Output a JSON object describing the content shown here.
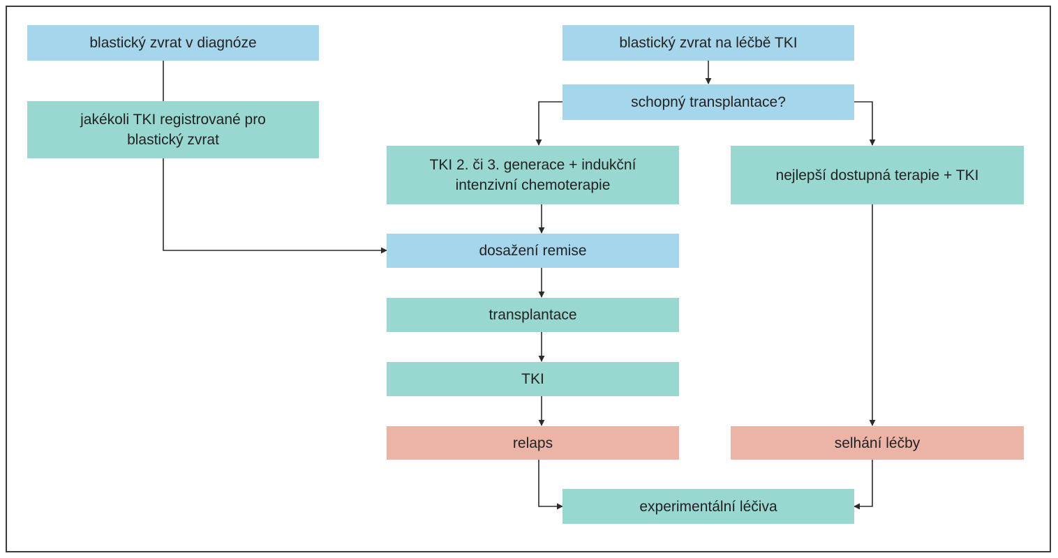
{
  "colors": {
    "blue": "#a6d6ec",
    "teal": "#99d8d0",
    "salmon": "#ebb4a6",
    "line": "#2b2b2b",
    "frame": "#3a3a3a"
  },
  "boxes": {
    "blast_diagnosis": {
      "text": "blastický zvrat v diagnóze",
      "color": "blue"
    },
    "any_tki": {
      "text": "jakékoli TKI registrované pro blastický zvrat",
      "color": "teal"
    },
    "blast_on_tki": {
      "text": "blastický zvrat na léčbě TKI",
      "color": "blue"
    },
    "transplant_eligible": {
      "text": "schopný transplantace?",
      "color": "blue"
    },
    "tki_2_3_gen": {
      "text": "TKI 2. či 3. generace + indukční intenzivní chemoterapie",
      "color": "teal"
    },
    "best_available": {
      "text": "nejlepší dostupná terapie + TKI",
      "color": "teal"
    },
    "remission": {
      "text": "dosažení remise",
      "color": "blue"
    },
    "transplant": {
      "text": "transplantace",
      "color": "teal"
    },
    "tki": {
      "text": "TKI",
      "color": "teal"
    },
    "relapse": {
      "text": "relaps",
      "color": "salmon"
    },
    "failure": {
      "text": "selhání léčby",
      "color": "salmon"
    },
    "experimental": {
      "text": "experimentální léčiva",
      "color": "teal"
    }
  }
}
